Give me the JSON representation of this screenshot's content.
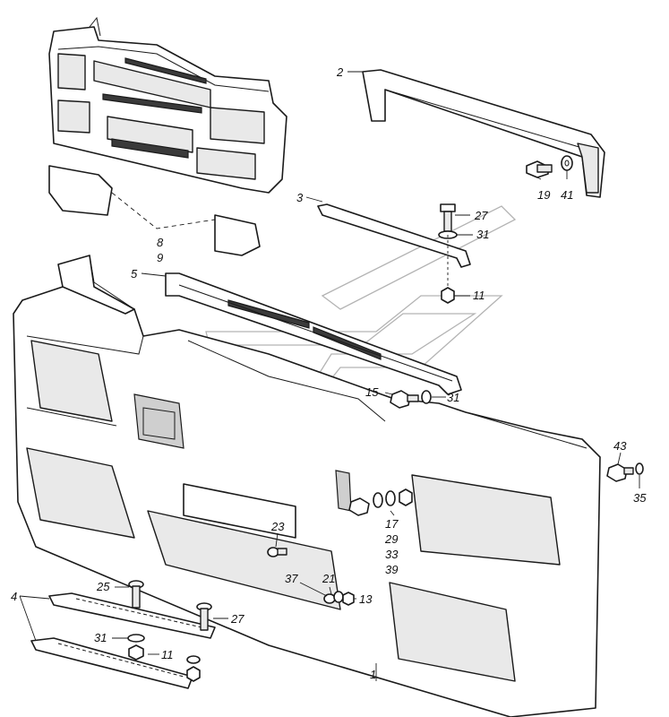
{
  "callouts": {
    "c1": "1",
    "c2": "2",
    "c3": "3",
    "c4": "4",
    "c5": "5",
    "c8": "8",
    "c9": "9",
    "c11a": "11",
    "c11b": "11",
    "c13": "13",
    "c15": "15",
    "c17": "17",
    "c19": "19",
    "c21": "21",
    "c23": "23",
    "c25": "25",
    "c27a": "27",
    "c27b": "27",
    "c29": "29",
    "c31a": "31",
    "c31b": "31",
    "c31c": "31",
    "c33": "33",
    "c35": "35",
    "c37": "37",
    "c39": "39",
    "c41": "41",
    "c43": "43"
  }
}
